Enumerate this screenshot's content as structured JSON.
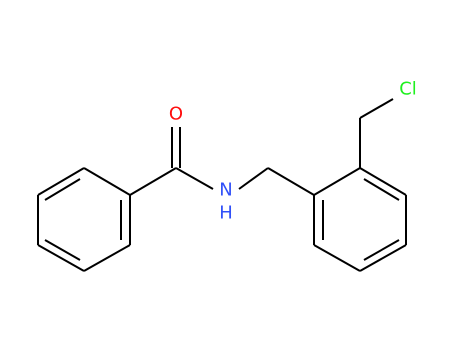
{
  "molecule": {
    "atoms": {
      "oxygen": {
        "symbol": "O",
        "color": "#ff0d0d"
      },
      "nitrogen": {
        "symbol": "N",
        "color": "#3050f8"
      },
      "hydrogen": {
        "symbol": "H",
        "color": "#3050f8"
      },
      "chlorine": {
        "symbol": "Cl",
        "color": "#1ff01f"
      }
    },
    "bond_color": "#000000",
    "background": "#ffffff"
  }
}
